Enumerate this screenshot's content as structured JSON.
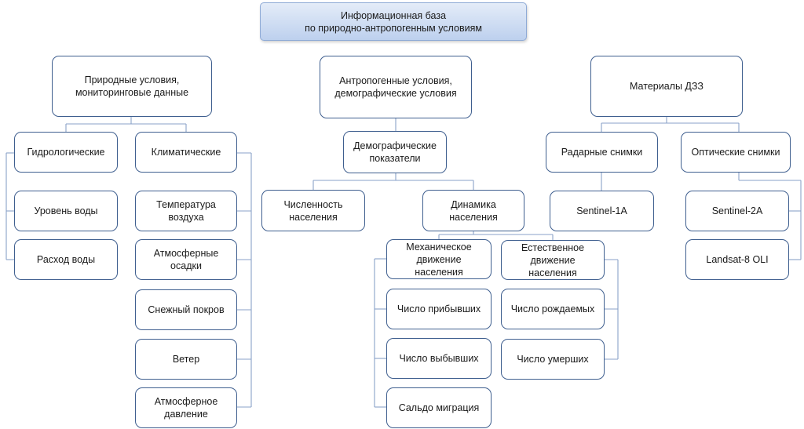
{
  "root": {
    "title": "Информационная база\nпо природно-антропогенным условиям"
  },
  "natural": {
    "title": "Природные условия,\nмониторинговые данные",
    "hydro": {
      "title": "Гидрологические",
      "items": [
        "Уровень воды",
        "Расход воды"
      ]
    },
    "climate": {
      "title": "Климатические",
      "items": [
        "Температура\nвоздуха",
        "Атмосферные\nосадки",
        "Снежный покров",
        "Ветер",
        "Атмосферное\nдавление"
      ]
    }
  },
  "anthropogenic": {
    "title": "Антропогенные условия,\nдемографические условия",
    "demographic": {
      "title": "Демографические\nпоказатели",
      "population": "Численность\nнаселения",
      "dynamics": {
        "title": "Динамика\nнаселения",
        "mechanical": {
          "title": "Механическое\nдвижение\nнаселения",
          "items": [
            "Число прибывших",
            "Число выбывших",
            "Сальдо миграция"
          ]
        },
        "natural_movement": {
          "title": "Естественное\nдвижение\nнаселения",
          "items": [
            "Число рождаемых",
            "Число умерших"
          ]
        }
      }
    }
  },
  "rs": {
    "title": "Материалы ДЗЗ",
    "radar": {
      "title": "Радарные снимки",
      "items": [
        "Sentinel-1A"
      ]
    },
    "optical": {
      "title": "Оптические снимки",
      "items": [
        "Sentinel-2A",
        "Landsat-8 OLI"
      ]
    }
  }
}
